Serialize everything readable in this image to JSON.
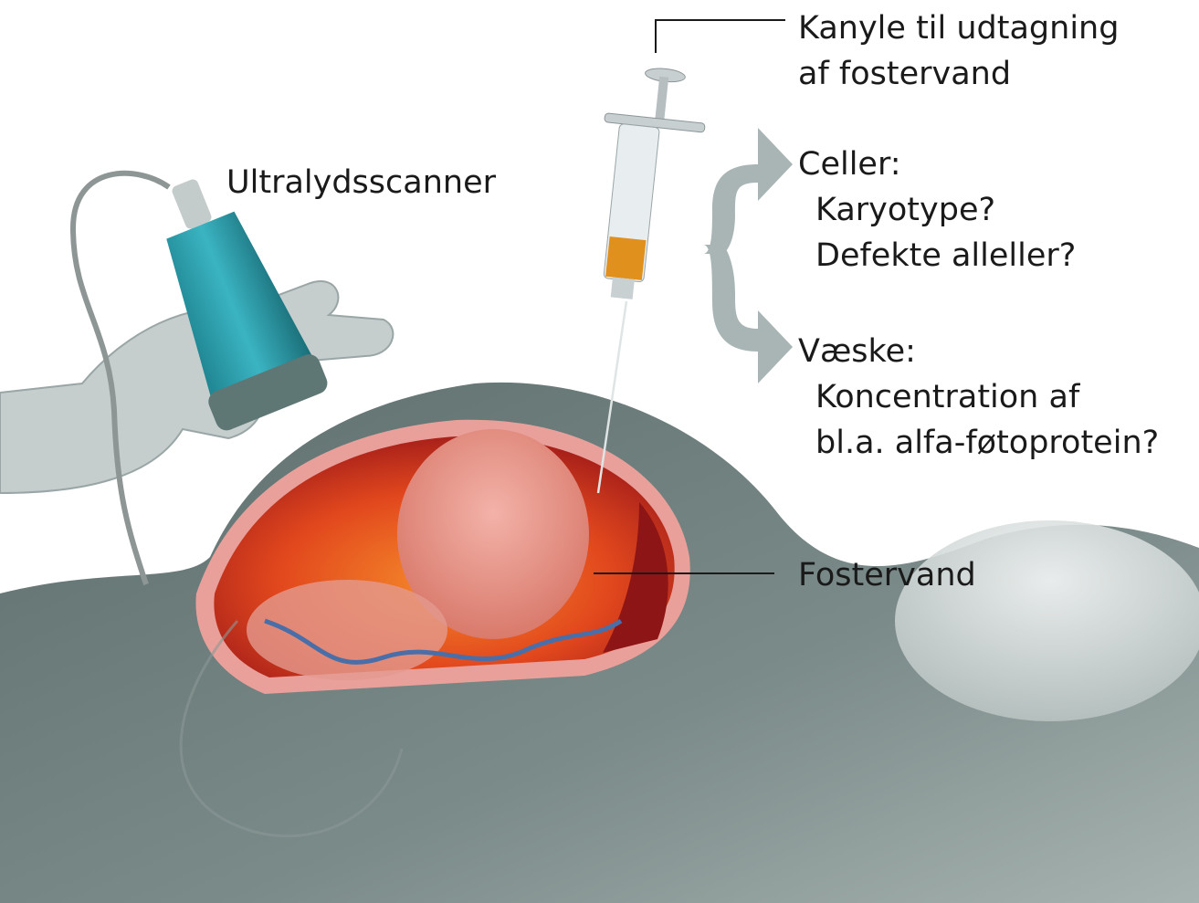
{
  "labels": {
    "needle_line1": "Kanyle til udtagning",
    "needle_line2": "af fostervand",
    "scanner": "Ultralydsscanner",
    "cells_title": "Celler:",
    "cells_q1": "Karyotype?",
    "cells_q2": "Defekte alleller?",
    "fluid_title": "Væske:",
    "fluid_q1": "Koncentration af",
    "fluid_q2": "bl.a. alfa-føtoprotein?",
    "amniotic_fluid": "Fostervand"
  },
  "colors": {
    "body": "#6f7f7d",
    "uterus": "#e0481c",
    "probe": "#2a9aa8",
    "arrow": "#a9b5b4",
    "syringe_fluid": "#e0901c"
  }
}
